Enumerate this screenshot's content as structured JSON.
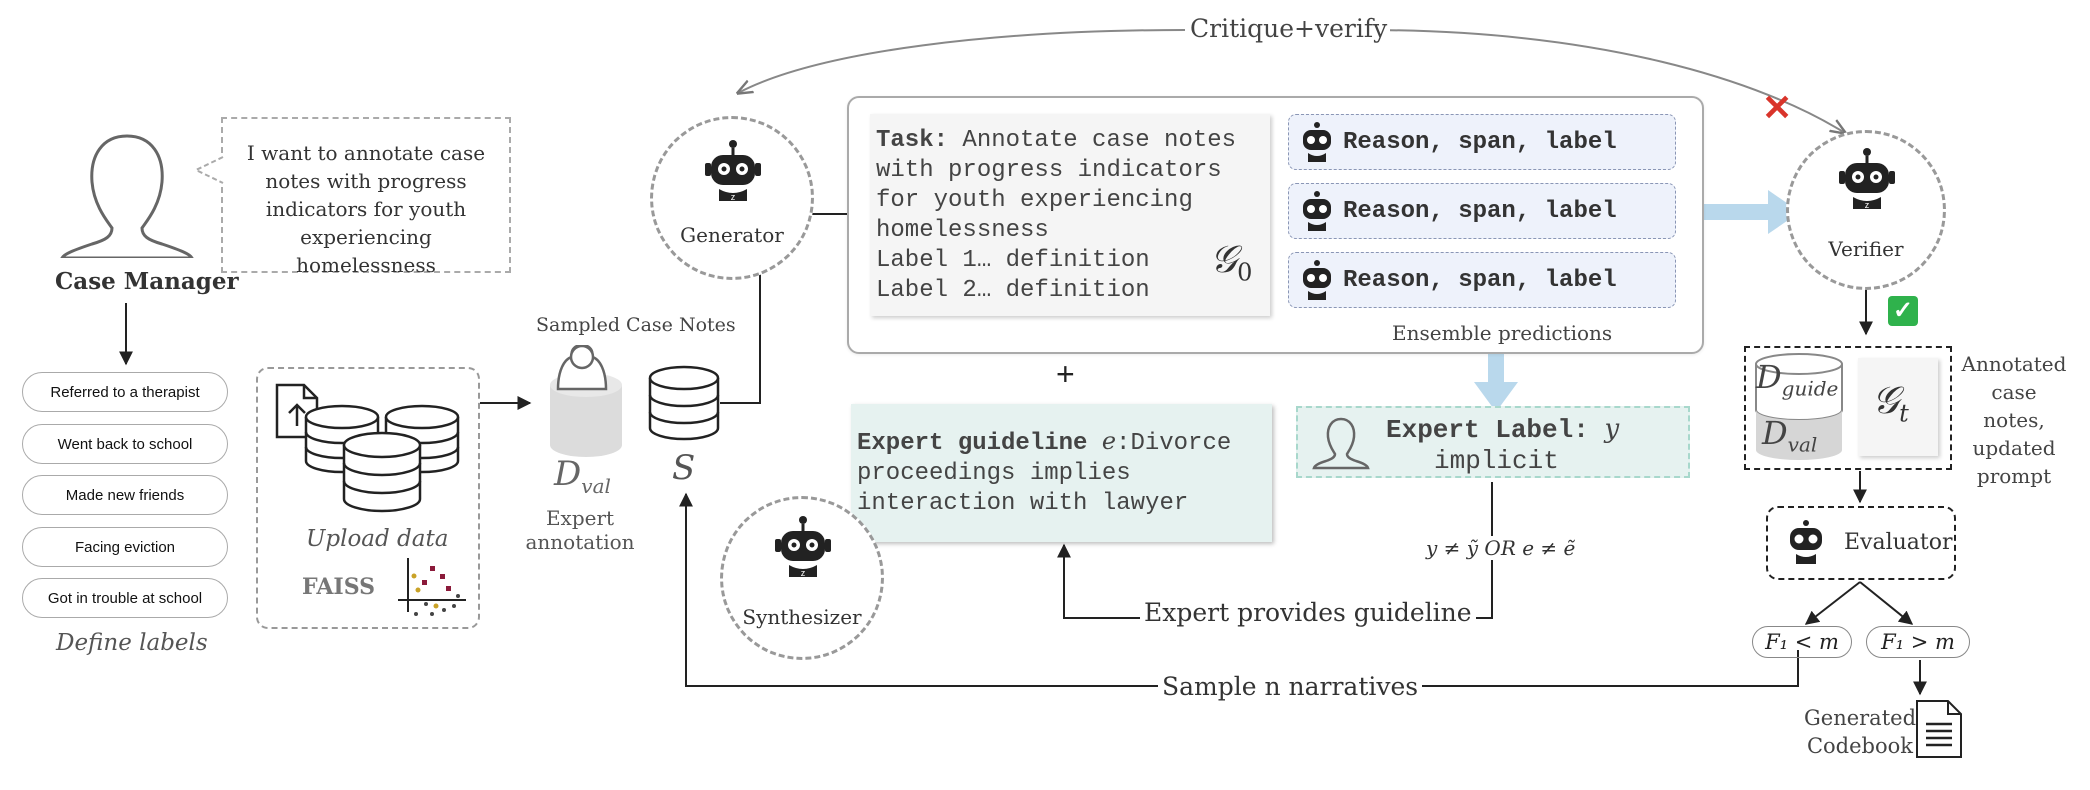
{
  "critique_label": "Critique+verify",
  "speech_text": "I want to annotate case notes with progress indicators for youth experiencing homelessness",
  "case_manager_label": "Case Manager",
  "labels": [
    "Referred to a therapist",
    "Went back to school",
    "Made new friends",
    "Facing eviction",
    "Got in trouble at school"
  ],
  "define_labels": "Define labels",
  "upload_label": "Upload data",
  "faiss_label": "FAISS",
  "sampled_label": "Sampled Case Notes",
  "dval_main": "D",
  "dval_sub": "val",
  "expert_annotation": "Expert annotation",
  "s_label": "S",
  "generator_label": "Generator",
  "task": {
    "title": "Task:",
    "text": "Annotate case notes with progress indicators for youth experiencing homelessness",
    "label1": "Label 1… definition",
    "label2": "Label 2… definition",
    "g_symbol": "𝒢",
    "g_sub": "0"
  },
  "predictions": [
    "Reason, span, label",
    "Reason, span, label",
    "Reason, span, label"
  ],
  "ensemble_label": "Ensemble predictions",
  "plus": "+",
  "guideline": {
    "title": "Expert guideline",
    "e": "e",
    "text": ":Divorce proceedings implies interaction with lawyer"
  },
  "expert_label": {
    "title": "Expert Label:",
    "y": "y",
    "value": "implicit"
  },
  "condition": "y ≠ ỹ OR e ≠ ẽ",
  "synthesizer_label": "Synthesizer",
  "expert_provides": "Expert provides guideline",
  "sample_narratives": "Sample n narratives",
  "verifier_label": "Verifier",
  "cross": "✕",
  "check": "✓",
  "store": {
    "d_guide": "D",
    "d_guide_sub": "guide",
    "d_val": "D",
    "d_val_sub": "val",
    "g": "𝒢",
    "g_sub": "t"
  },
  "annotated_label": "Annotated case notes, updated prompt",
  "evaluator_label": "Evaluator",
  "f1_less": "F₁ < m",
  "f1_more": "F₁ > m",
  "generated_codebook": "Generated Codebook",
  "colors": {
    "pred_bg": "#eef2fb",
    "guide_bg": "#e6f2f0",
    "arrow_blue": "#b9d8ec",
    "cross": "#d9342b",
    "check": "#2fb24c"
  }
}
